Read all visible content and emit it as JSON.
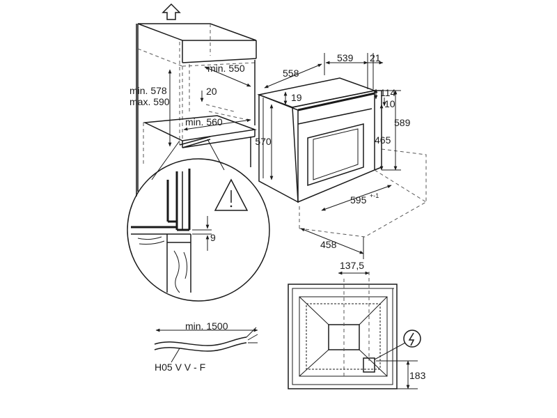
{
  "niche": {
    "height_labels": [
      "min. 578",
      "max. 590"
    ],
    "depth_label": "min. 550",
    "gap_label": "20",
    "width_label": "min. 560"
  },
  "oven": {
    "dim_558": "558",
    "dim_539": "539",
    "dim_21": "21",
    "dim_19": "19",
    "dim_114": "114",
    "dim_10": "10",
    "dim_570": "570",
    "dim_589": "589",
    "dim_465": "465",
    "dim_595": "595",
    "dim_595_tol": "+-1",
    "dim_458": "458"
  },
  "detail": {
    "dim_9": "9"
  },
  "cable": {
    "length_label": "min. 1500",
    "type_label": "H05 V V - F"
  },
  "back": {
    "dim_137": "137,5",
    "dim_183": "183"
  }
}
